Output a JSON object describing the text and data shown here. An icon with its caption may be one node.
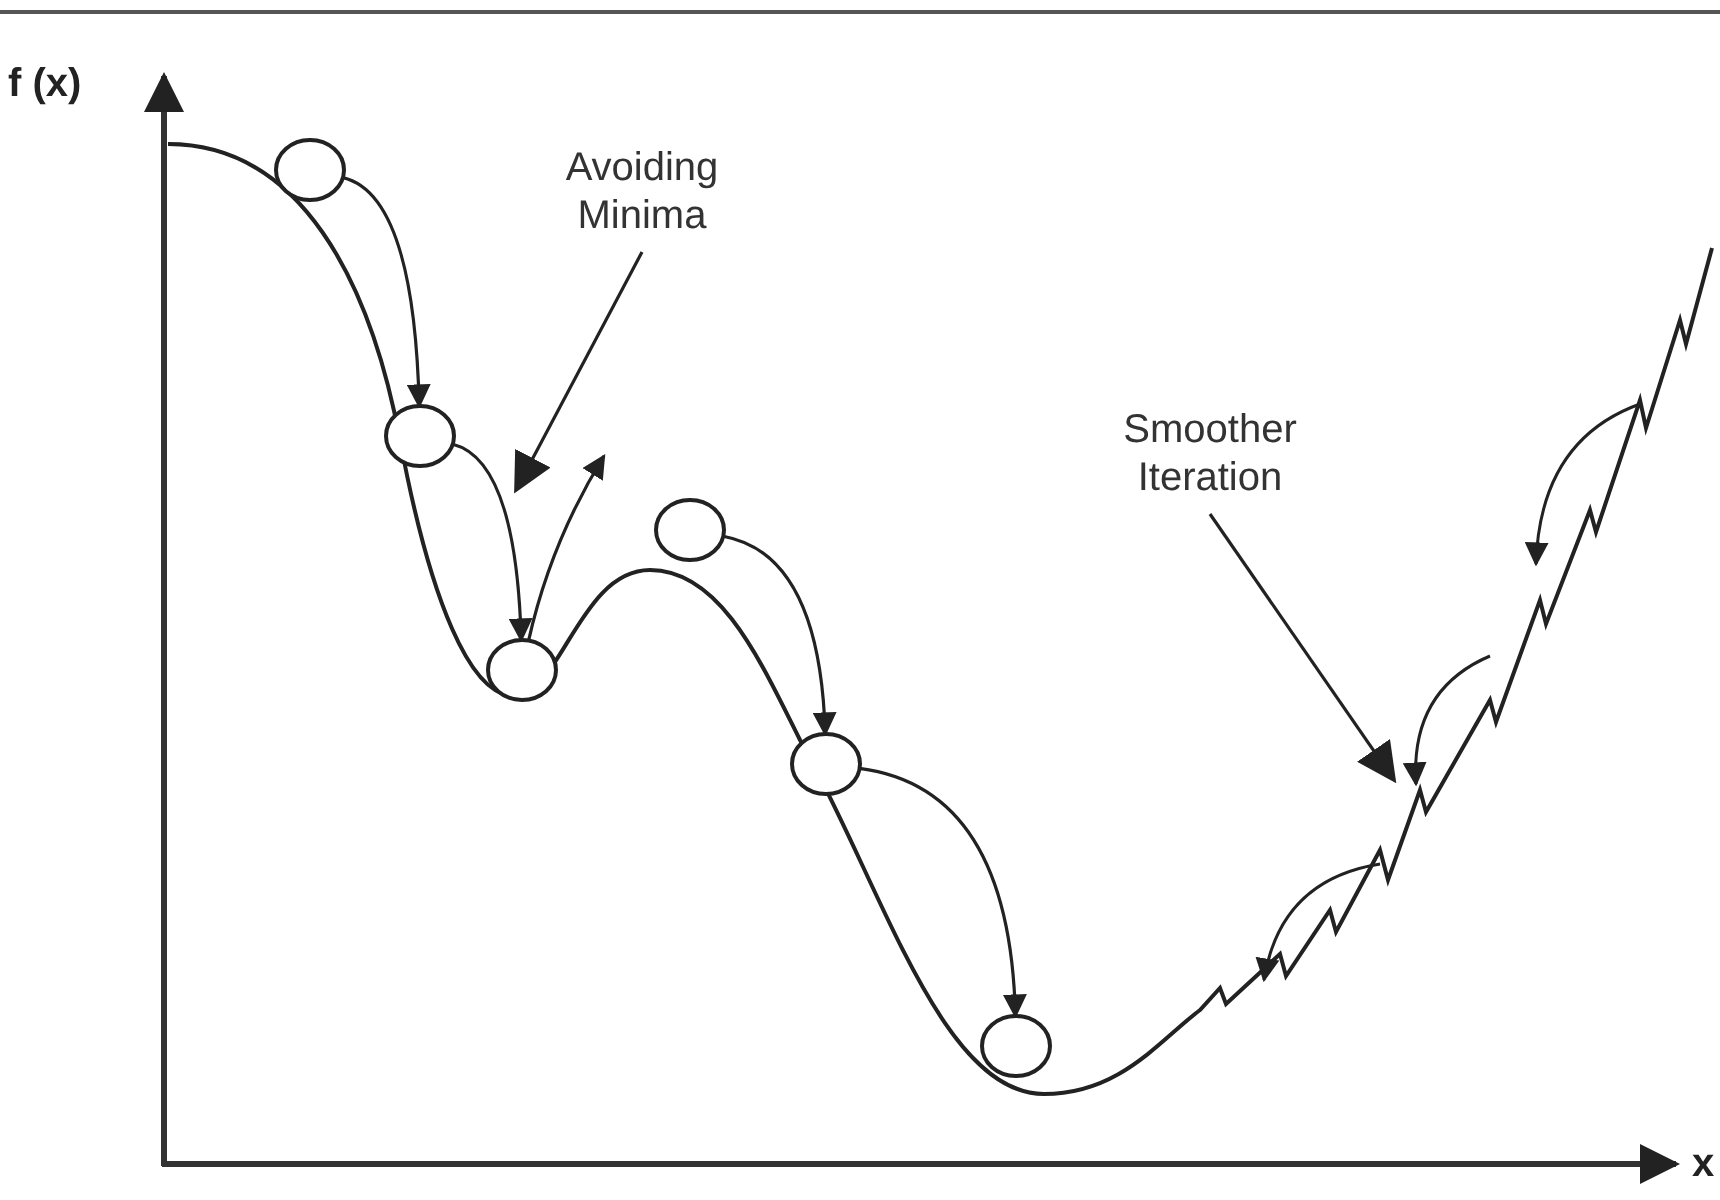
{
  "diagram": {
    "nodes": [
      {
        "text": [],
        "shape": "circle"
      },
      {
        "text": [],
        "shape": "circle"
      },
      {
        "text": [],
        "shape": "circle"
      },
      {
        "text": [],
        "shape": "circle"
      },
      {
        "text": [],
        "shape": "circle"
      },
      {
        "text": [],
        "shape": "circle"
      },
      {
        "text": [
          "Avoiding Minima"
        ]
      },
      {
        "text": [
          "Smoother Iteration"
        ]
      }
    ],
    "edges": [
      {
        "from": 0,
        "to": 1,
        "arrow": "to"
      },
      {
        "from": 1,
        "to": 2,
        "arrow": "to"
      },
      {
        "from": 2,
        "to": null,
        "arrow": "to"
      },
      {
        "from": 3,
        "to": 4,
        "arrow": "to"
      },
      {
        "from": 4,
        "to": 5,
        "arrow": "to"
      },
      {
        "from": 6,
        "to": null,
        "arrow": "to"
      },
      {
        "from": 7,
        "to": null,
        "arrow": "to"
      }
    ],
    "labels": [
      "f (x)",
      "x"
    ]
  }
}
